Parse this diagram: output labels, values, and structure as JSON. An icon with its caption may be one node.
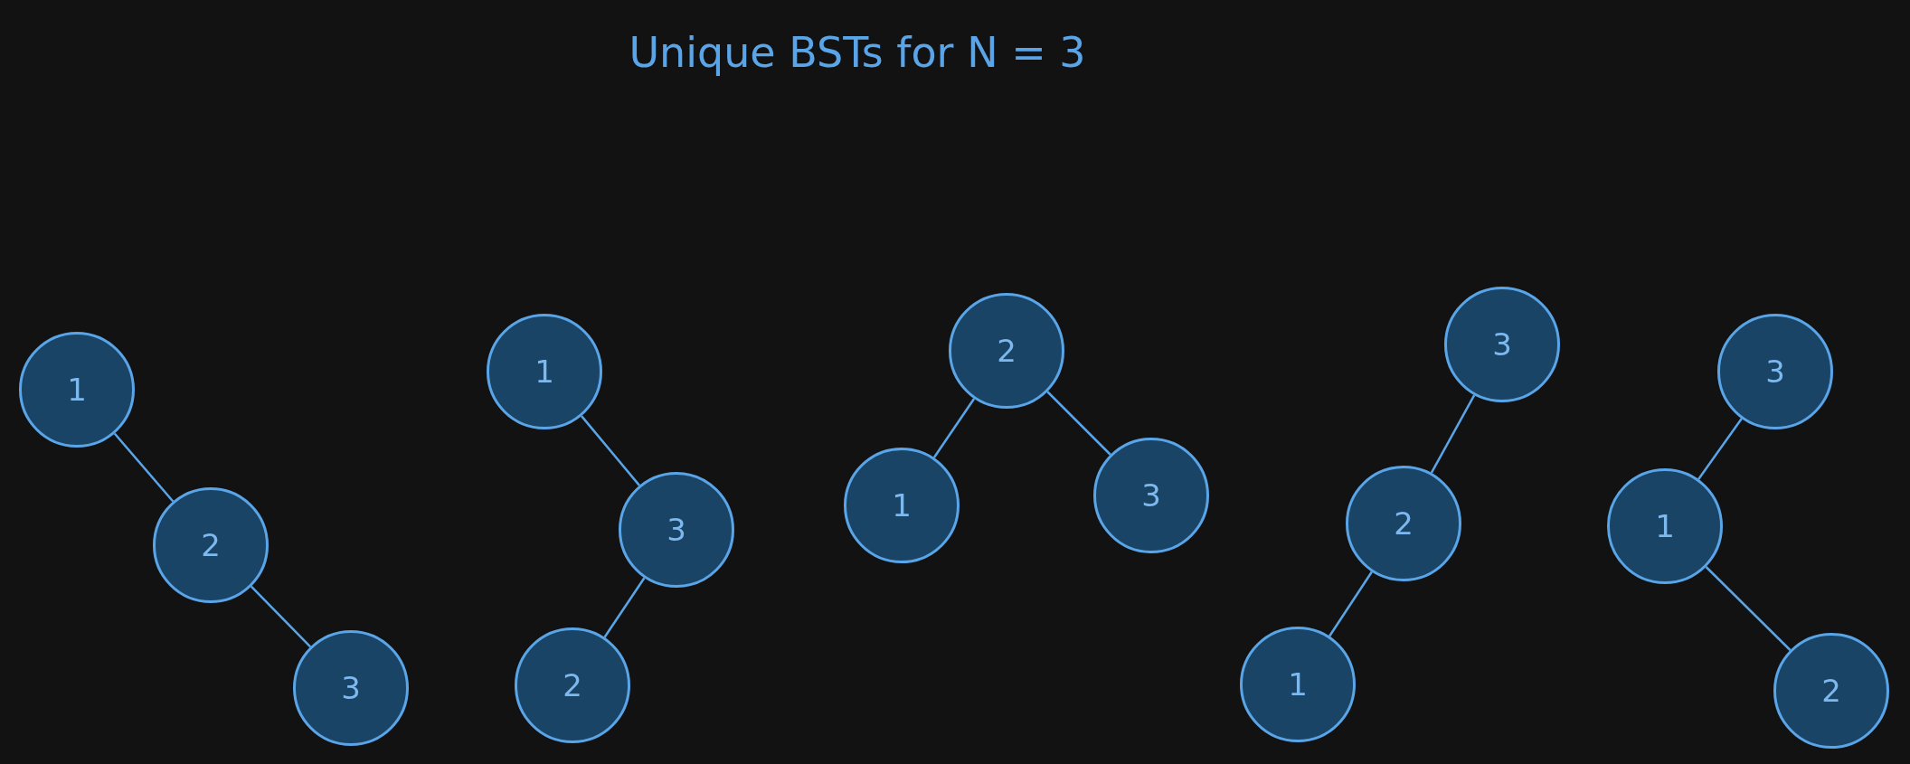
{
  "diagram": {
    "title": "Unique BSTs for N = 3",
    "nodes": [
      {
        "text": [
          "1"
        ]
      },
      {
        "text": [
          "2"
        ]
      },
      {
        "text": [
          "3"
        ]
      },
      {
        "text": [
          "1"
        ]
      },
      {
        "text": [
          "3"
        ]
      },
      {
        "text": [
          "2"
        ]
      },
      {
        "text": [
          "2"
        ]
      },
      {
        "text": [
          "1"
        ]
      },
      {
        "text": [
          "3"
        ]
      },
      {
        "text": [
          "3"
        ]
      },
      {
        "text": [
          "2"
        ]
      },
      {
        "text": [
          "1"
        ]
      },
      {
        "text": [
          "3"
        ]
      },
      {
        "text": [
          "1"
        ]
      },
      {
        "text": [
          "2"
        ]
      }
    ],
    "edges": [
      {
        "from": 0,
        "to": 1,
        "arrow": "none"
      },
      {
        "from": 1,
        "to": 2,
        "arrow": "none"
      },
      {
        "from": 3,
        "to": 4,
        "arrow": "none"
      },
      {
        "from": 4,
        "to": 5,
        "arrow": "none"
      },
      {
        "from": 6,
        "to": 7,
        "arrow": "none"
      },
      {
        "from": 6,
        "to": 8,
        "arrow": "none"
      },
      {
        "from": 9,
        "to": 10,
        "arrow": "none"
      },
      {
        "from": 10,
        "to": 11,
        "arrow": "none"
      },
      {
        "from": 12,
        "to": 13,
        "arrow": "none"
      },
      {
        "from": 13,
        "to": 14,
        "arrow": "none"
      }
    ]
  }
}
